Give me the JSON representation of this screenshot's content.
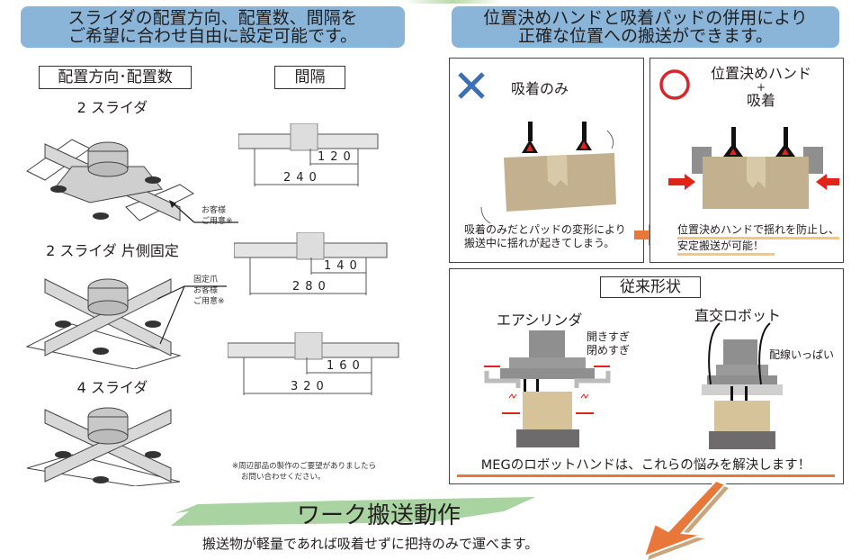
{
  "left": {
    "banner_line1": "スライダの配置方向、配置数、間隔を",
    "banner_line2": "ご希望に合わせ自由に設定可能です。",
    "label_orientation": "配置方向･配置数",
    "label_spacing": "間隔",
    "configs": [
      {
        "title": "2 スライダ",
        "callout_lines": [
          "お客様",
          "ご用意※"
        ]
      },
      {
        "title": "2 スライダ 片側固定",
        "callout_lines": [
          "固定爪",
          "お客様",
          "ご用意※"
        ]
      },
      {
        "title": "4 スライダ"
      }
    ],
    "spacings": [
      {
        "inner": "120",
        "outer": "240"
      },
      {
        "inner": "140",
        "outer": "280"
      },
      {
        "inner": "160",
        "outer": "320"
      }
    ],
    "footnote_line1": "※周辺部品の製作のご要望がありましたら",
    "footnote_line2": "お問い合わせください。"
  },
  "right": {
    "banner_line1": "位置決めハンドと吸着パッドの併用により",
    "banner_line2": "正確な位置への搬送ができます。",
    "bad_panel": {
      "icon": "cross-icon",
      "title": "吸着のみ",
      "desc_line1": "吸着のみだとパッドの変形により",
      "desc_line2": "搬送中に揺れが起きてしまう。"
    },
    "good_panel": {
      "icon": "circle-icon",
      "title_line1": "位置決めハンド",
      "title_plus": "+",
      "title_line2": "吸着",
      "desc_line1": "位置決めハンドで揺れを防止し、",
      "desc_line2": "安定搬送が可能！"
    },
    "legacy_panel": {
      "title": "従来形状",
      "air_cylinder": "エアシリンダ",
      "air_note_line1": "開きすぎ",
      "air_note_line2": "閉めすぎ",
      "cartesian_robot": "直交ロボット",
      "cartesian_note": "配線いっぱい",
      "conclusion": "MEGのロボットハンドは、これらの悩みを解決します！"
    }
  },
  "bottom": {
    "title": "ワーク搬送動作",
    "subtitle": "搬送物が軽量であれば吸着せずに把持のみで運べます。"
  },
  "colors": {
    "banner": "#8ab4d8",
    "cross": "#3d6fb6",
    "circle": "#d9262b",
    "accent_orange": "#e8773a",
    "highlight": "#f5c77e",
    "box_tan": "#c2b08f",
    "green_brush": "#a9d3a0"
  }
}
